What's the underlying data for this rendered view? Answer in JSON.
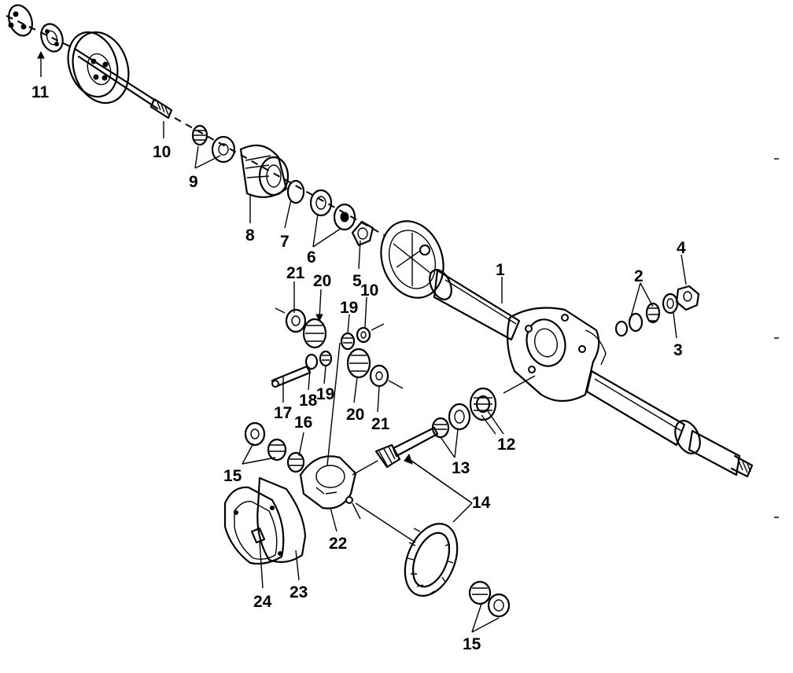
{
  "diagram": {
    "kind": "exploded parts diagram",
    "callouts": [
      {
        "id": "c1",
        "label": "1"
      },
      {
        "id": "c2",
        "label": "2"
      },
      {
        "id": "c3",
        "label": "3"
      },
      {
        "id": "c4",
        "label": "4"
      },
      {
        "id": "c5",
        "label": "5"
      },
      {
        "id": "c6",
        "label": "6"
      },
      {
        "id": "c7",
        "label": "7"
      },
      {
        "id": "c8",
        "label": "8"
      },
      {
        "id": "c9",
        "label": "9"
      },
      {
        "id": "c10a",
        "label": "10"
      },
      {
        "id": "c10b",
        "label": "10"
      },
      {
        "id": "c11",
        "label": "11"
      },
      {
        "id": "c12",
        "label": "12"
      },
      {
        "id": "c13",
        "label": "13"
      },
      {
        "id": "c14",
        "label": "14"
      },
      {
        "id": "c15a",
        "label": "15"
      },
      {
        "id": "c15b",
        "label": "15"
      },
      {
        "id": "c16",
        "label": "16"
      },
      {
        "id": "c17",
        "label": "17"
      },
      {
        "id": "c18",
        "label": "18"
      },
      {
        "id": "c19a",
        "label": "19"
      },
      {
        "id": "c19b",
        "label": "19"
      },
      {
        "id": "c20a",
        "label": "20"
      },
      {
        "id": "c20b",
        "label": "20"
      },
      {
        "id": "c21a",
        "label": "21"
      },
      {
        "id": "c21b",
        "label": "21"
      },
      {
        "id": "c22",
        "label": "22"
      },
      {
        "id": "c23",
        "label": "23"
      },
      {
        "id": "c24",
        "label": "24"
      }
    ]
  }
}
